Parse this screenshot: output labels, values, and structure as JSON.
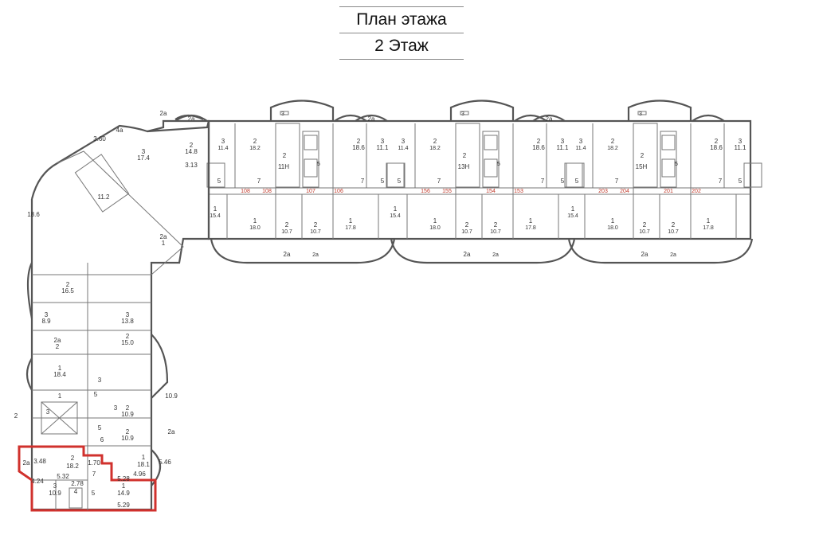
{
  "header": {
    "title": "План этажа",
    "subtitle": "2 Этаж"
  },
  "highlight_color": "#d0312d",
  "sections": [
    "11Н",
    "13Н",
    "15Н"
  ],
  "section_markers": [
    [
      "108",
      "108",
      "107",
      "106"
    ],
    [
      "156",
      "155",
      "154",
      "153"
    ],
    [
      "203",
      "204",
      "201",
      "202"
    ]
  ],
  "module_rooms": [
    "3",
    "11.4",
    "2",
    "18.2",
    "2a",
    "3",
    "2",
    "5",
    "1",
    "15.4",
    "1",
    "18.0",
    "2",
    "10.7",
    "2",
    "10.7",
    "1",
    "17.8",
    "2a",
    "2a",
    "2",
    "18.6",
    "3",
    "11.1",
    "7",
    "7",
    "5",
    "5"
  ],
  "left_wing_rooms": [
    "4a",
    "3.60",
    "3",
    "17.4",
    "2",
    "14.8",
    "3.13",
    "2a",
    "2",
    "16.5",
    "3",
    "8.9",
    "3",
    "13.8",
    "2",
    "15.0",
    "1",
    "18.4",
    "2",
    "10.9",
    "2",
    "10.9",
    "3",
    "10.9",
    "2a",
    "2a",
    "1",
    "18.6",
    "2a",
    "2",
    "11.2",
    "3",
    "2",
    "1",
    "5",
    "3",
    "6",
    "5",
    "4"
  ],
  "apartment_rooms": [
    "2a",
    "2",
    "18.2",
    "5.32",
    "1.70",
    "7",
    "4.24",
    "3",
    "10.9",
    "2.78",
    "4",
    "5",
    "5.28",
    "1",
    "14.9",
    "5.29",
    "1",
    "18.1",
    "5.46",
    "4.96",
    "3.48"
  ]
}
